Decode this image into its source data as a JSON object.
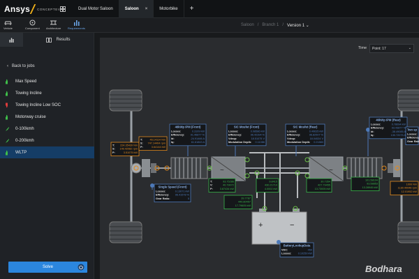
{
  "app": {
    "brand": "Ansys",
    "product": "CONCEPTEV"
  },
  "tabs": [
    {
      "label": "Dual Motor Saloon"
    },
    {
      "label": "Saloon"
    },
    {
      "label": "Motorbike"
    }
  ],
  "tab_close": "×",
  "tab_add": "+",
  "toolbar": {
    "vehicle": "Vehicle",
    "component": "Component",
    "architecture": "Architecture",
    "requirements": "Requirements"
  },
  "breadcrumb": {
    "a": "Saloon",
    "sep1": "/",
    "b": "Branch 1",
    "sep2": "/",
    "current": "Version 1"
  },
  "sidebar": {
    "results_tab": "Results",
    "back": "Back to jobs",
    "jobs": [
      {
        "label": "Max Speed",
        "status": "pass"
      },
      {
        "label": "Towing Incline",
        "status": "pass"
      },
      {
        "label": "Towing Incline Low SOC",
        "status": "fail"
      },
      {
        "label": "Motorway cruise",
        "status": "pass"
      },
      {
        "label": "0-100kmh",
        "status": "run"
      },
      {
        "label": "0-200kmh",
        "status": "run"
      },
      {
        "label": "WLTP",
        "status": "pass"
      }
    ],
    "solve": "Solve"
  },
  "time": {
    "label": "Time",
    "value": "Point: 17"
  },
  "colors": {
    "accent": "#2b86de",
    "pass": "#3fbf4a",
    "fail": "#e03c3c",
    "wire": "#4d79b8",
    "orange": "#e28a1e",
    "green": "#39b54a"
  },
  "diagram": {
    "front_wheel": {
      "t": "224.35439 Nm",
      "s": "149.42082 rpm",
      "p": "3.51075 kW",
      "tl": "T:",
      "sl": "S:",
      "pl": "P:"
    },
    "front_gear_out": {
      "t": "46.14114 Nm",
      "s": "747.14404 rpm",
      "p": "3.64144 kW",
      "tl": "T:",
      "sl": "S:",
      "pl": "P:"
    },
    "front_gear": {
      "title": "Single Speed (Front)",
      "losses_l": "Losses:",
      "losses": "0.13071 kW",
      "eff_l": "Efficiency:",
      "eff": "96.41578 %",
      "ratio_l": "Gear Ratio:",
      "ratio": "5"
    },
    "motor_front": {
      "title": "46kWp IPM (Front)",
      "losses_l": "Losses:",
      "losses": "0.3109 kW",
      "eff_l": "Efficiency:",
      "eff": "91.46877 %",
      "id_l": "Id:",
      "id": "-24.91466 A",
      "iq_l": "Iq:",
      "iq": "61.61843 A"
    },
    "inv_front": {
      "title": "SiC Mosfet (Front)",
      "losses_l": "Losses:",
      "losses": "0.08586 kW",
      "eff_l": "Efficiency:",
      "eff": "96.42394 %",
      "vd_l": "Vdrop:",
      "vd": "18.51075 V",
      "md_l": "Modulation Depth:",
      "md": "0.11086"
    },
    "inv_front_ac": {
      "t": "93.75286",
      "v": "40.79072",
      "p": "3.87434 kW",
      "tl": "T:",
      "vl": "V:",
      "pl": "P:"
    },
    "dc_front": {
      "a": "9.8415",
      "b": "430.21710",
      "c": "4.0002 kW"
    },
    "dc_bus": {
      "a": "39.7787",
      "b": "440.80457",
      "c": "17.79605 kW"
    },
    "inv_rear": {
      "title": "SiC Mosfet (Rear)",
      "losses_l": "Losses:",
      "losses": "0.49635 kW",
      "eff_l": "Efficiency:",
      "eff": "96.82507 %",
      "vd_l": "Vdrop:",
      "vd": "18.04024 V",
      "md_l": "Modulation Depth:",
      "md": "0.21883"
    },
    "inv_rear_ac": {
      "a": "30.7354",
      "b": "427.79455",
      "c": "13.73005 kW"
    },
    "motor_rear": {
      "title": "46kWp IPM (Rear)",
      "losses_l": "Losses:",
      "losses": "0.78094 kW",
      "eff_l": "Efficiency:",
      "eff": "93.43877 %",
      "id_l": "Id:",
      "id": "-38.49085 A",
      "iq_l": "Iq:",
      "iq": "130.72075 A"
    },
    "motor_rear_out": {
      "t": "101.58104",
      "s": "93.58853",
      "p": "13.28945 kW"
    },
    "rear_gear": {
      "title": "Two sp",
      "losses_l": "Losses:",
      "eff_l": "Efficiency:",
      "ratio_l": "Gear Ratio:"
    },
    "rear_wheel": {
      "t": "1000 Nm",
      "s": "1130.40046 rpm",
      "p": "12.01952 kW"
    },
    "battery": {
      "title": "BatteryLookupData",
      "vdc_l": "VDC:",
      "vdc": "450",
      "losses_l": "Losses:",
      "losses": "0.10250 kW"
    },
    "plus": "+",
    "minus": "−"
  },
  "watermark": "Bodhara"
}
